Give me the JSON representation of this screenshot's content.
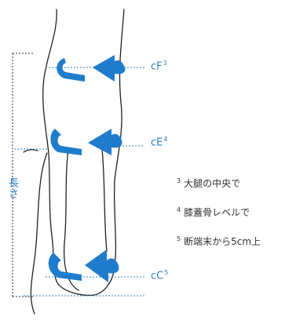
{
  "labels": {
    "length": "長さ",
    "cf": {
      "text": "cF",
      "sup": "3"
    },
    "ce": {
      "text": "cE",
      "sup": "4"
    },
    "cc": {
      "text": "cC",
      "sup": "5"
    }
  },
  "notes": [
    {
      "num": "3",
      "text": "大腿の中央で"
    },
    {
      "num": "4",
      "text": "膝蓋骨レベルで"
    },
    {
      "num": "5",
      "text": "断端末から5cm上"
    }
  ],
  "colors": {
    "accent": "#2b7fc2",
    "arrow": "#1f7ccc",
    "outline": "#222222",
    "text": "#333333"
  }
}
